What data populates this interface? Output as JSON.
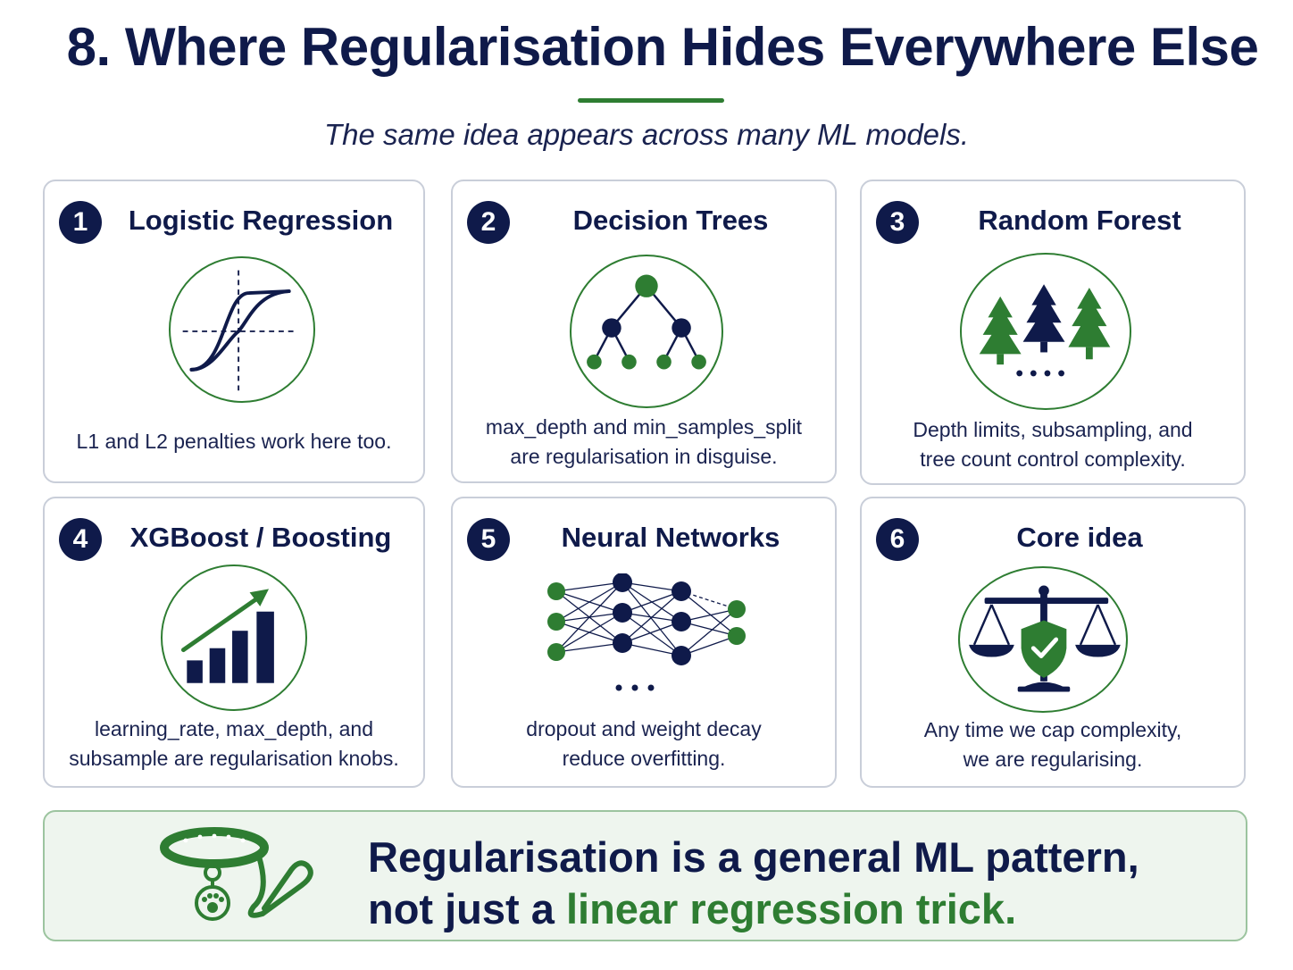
{
  "header": {
    "title": "8. Where Regularisation Hides Everywhere Else",
    "subtitle": "The same idea appears across many ML models."
  },
  "cards": [
    {
      "number": "1",
      "title": "Logistic Regression",
      "icon": "sigmoid-curve-icon",
      "lines": [
        "L1 and L2 penalties work here too."
      ]
    },
    {
      "number": "2",
      "title": "Decision Trees",
      "icon": "decision-tree-icon",
      "lines": [
        "max_depth and min_samples_split",
        "are regularisation in disguise."
      ]
    },
    {
      "number": "3",
      "title": "Random Forest",
      "icon": "forest-icon",
      "lines": [
        "Depth limits, subsampling, and",
        "tree count control complexity."
      ]
    },
    {
      "number": "4",
      "title": "XGBoost / Boosting",
      "icon": "growth-bar-chart-icon",
      "lines": [
        "learning_rate, max_depth, and",
        "subsample are regularisation knobs."
      ]
    },
    {
      "number": "5",
      "title": "Neural Networks",
      "icon": "neural-network-icon",
      "lines": [
        "dropout and weight decay",
        "reduce overfitting."
      ]
    },
    {
      "number": "6",
      "title": "Core idea",
      "icon": "balance-scale-shield-icon",
      "lines": [
        "Any time we cap complexity,",
        "we are regularising."
      ]
    }
  ],
  "footer": {
    "icon": "collar-leash-icon",
    "line1": "Regularisation is a general ML pattern,",
    "line2_prefix": "not just a ",
    "line2_accent": "linear regression trick."
  },
  "colors": {
    "navy": "#0f1a4a",
    "green": "#2e7d32",
    "border": "#c9ced9",
    "footer_bg": "#eef5ee"
  }
}
